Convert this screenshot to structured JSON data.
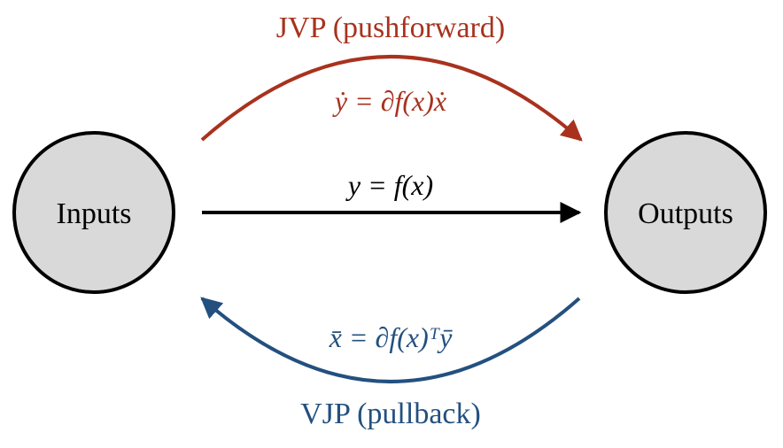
{
  "colors": {
    "jvp": "#a8321e",
    "vjp": "#23507f",
    "forward": "#000000",
    "node_fill": "#d9d9d9"
  },
  "nodes": {
    "inputs": "Inputs",
    "outputs": "Outputs"
  },
  "jvp": {
    "title": "JVP (pushforward)",
    "equation": "ẏ = ∂f(x)ẋ"
  },
  "forward": {
    "equation": "y = f(x)"
  },
  "vjp": {
    "title": "VJP (pullback)",
    "equation": "x̄ = ∂f(x)ᵀȳ"
  }
}
